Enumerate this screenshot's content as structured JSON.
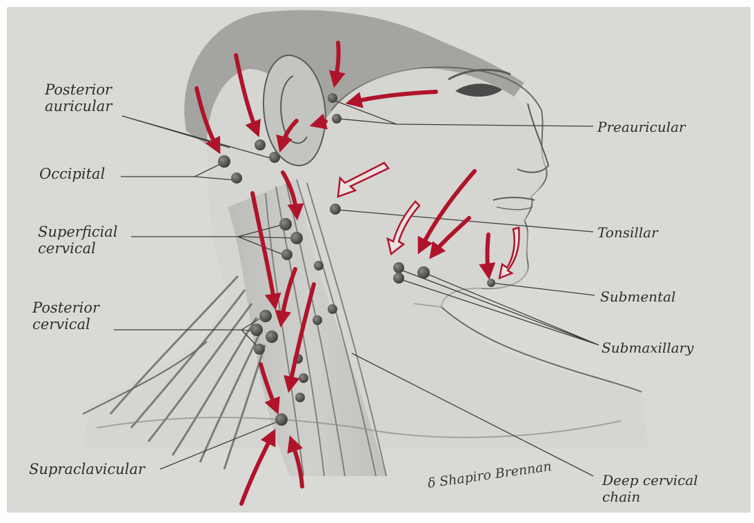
{
  "labels": {
    "posterior_auricular": "Posterior\nauricular",
    "occipital": "Occipital",
    "superficial_cervical": "Superficial\ncervical",
    "posterior_cervical": "Posterior\ncervical",
    "supraclavicular": "Supraclavicular",
    "preauricular": "Preauricular",
    "tonsillar": "Tonsillar",
    "submental": "Submental",
    "submaxillary": "Submaxillary",
    "deep_cervical_chain": "Deep cervical\nchain"
  },
  "signature": "δ Shapiro Brennan",
  "colors": {
    "paper": "#d9d9d6",
    "arrow": "#b0142a",
    "node": "#4a4a48",
    "leader": "#3c3c3c",
    "sketch": "#7a7a78"
  }
}
